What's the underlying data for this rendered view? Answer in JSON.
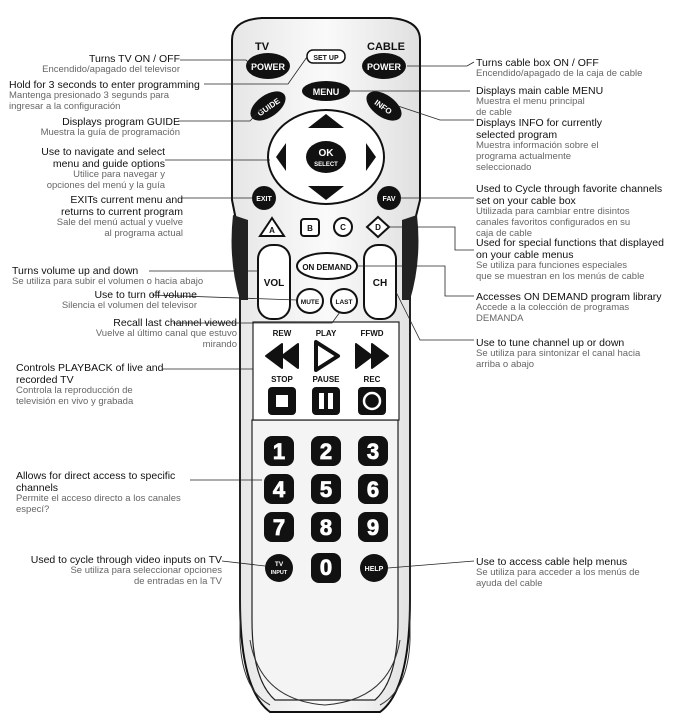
{
  "remote": {
    "tv_label": "TV",
    "cable_label": "CABLE",
    "setup_label": "SET UP",
    "power_tv": "POWER",
    "power_cable": "POWER",
    "menu": "MENU",
    "guide": "GUIDE",
    "info": "INFO",
    "ok": "OK",
    "select": "SELECT",
    "exit": "EXIT",
    "fav": "FAV",
    "abcd": [
      "A",
      "B",
      "C",
      "D"
    ],
    "vol": "VOL",
    "ch": "CH",
    "on_demand": "ON DEMAND",
    "mute": "MUTE",
    "last": "LAST",
    "rew": "REW",
    "play": "PLAY",
    "ffwd": "FFWD",
    "stop": "STOP",
    "pause": "PAUSE",
    "rec": "REC",
    "digits": [
      "1",
      "2",
      "3",
      "4",
      "5",
      "6",
      "7",
      "8",
      "9"
    ],
    "zero": "0",
    "tv_input_1": "TV",
    "tv_input_2": "INPUT",
    "help": "HELP"
  },
  "annotations": [
    {
      "id": "tv-power",
      "en": "Turns TV ON / OFF",
      "es": "Encendido/apagado del televisor"
    },
    {
      "id": "setup",
      "en": "Hold for 3 seconds to enter programming",
      "es": "Mantenga presionado 3 segunds para\ningresar a la configuración"
    },
    {
      "id": "guide",
      "en": "Displays program GUIDE",
      "es": "Muestra la guía de programación"
    },
    {
      "id": "navigate",
      "en": "Use to navigate and select\nmenu and guide options",
      "es": "Utilice para navegar y\nopciones del menú y la guía"
    },
    {
      "id": "exit",
      "en": "EXITs current menu and\nreturns to current program",
      "es": "Sale del menú actual y vuelve\nal programa actual"
    },
    {
      "id": "volume",
      "en": "Turns volume up and down",
      "es": "Se utiliza para subir el volumen o hacia abajo"
    },
    {
      "id": "mute",
      "en": "Use to turn off volume",
      "es": "Silencia el volumen del televisor"
    },
    {
      "id": "last",
      "en": "Recall last channel viewed",
      "es": "Vuelve al último canal que estuvo\nmirando"
    },
    {
      "id": "playback",
      "en": "Controls PLAYBACK of live and\nrecorded TV",
      "es": "Controla la reproducción de\ntelevisión en vivo y grabada"
    },
    {
      "id": "digits",
      "en": "Allows for direct access to specific\nchannels",
      "es": "Permite el acceso directo a los canales\nespecí?"
    },
    {
      "id": "tv-input",
      "en": "Used to cycle through video inputs on TV",
      "es": "Se utiliza para seleccionar opciones\nde entradas en la TV"
    },
    {
      "id": "cable-power",
      "en": "Turns cable box ON / OFF",
      "es": "Encendido/apagado de la caja de cable"
    },
    {
      "id": "menu",
      "en": "Displays main cable MENU",
      "es": "Muestra el menu principal\nde cable"
    },
    {
      "id": "info",
      "en": "Displays INFO for currently\nselected program",
      "es": "Muestra información sobre el\nprograma actualmente\nseleccionado"
    },
    {
      "id": "fav",
      "en": "Used to Cycle through favorite channels\nset on your cable box",
      "es": "Utilizada para cambiar entre disintos\ncanales favoritos configurados en su\ncaja de cable"
    },
    {
      "id": "abcd",
      "en": "Used for special functions that displayed\non your cable menus",
      "es": "Se utiliza para funciones especiales\nque se muestran en los menús de cable"
    },
    {
      "id": "on-demand",
      "en": "Accesses ON DEMAND program library",
      "es": "Accede a la colección de programas\nDEMANDA"
    },
    {
      "id": "channel",
      "en": "Use to tune channel up or down",
      "es": "Se utiliza para sintonizar el canal hacia\narriba o abajo"
    },
    {
      "id": "help",
      "en": "Use to access cable help menus",
      "es": "Se utiliza para acceder a los menús de\nayuda del cable"
    }
  ]
}
